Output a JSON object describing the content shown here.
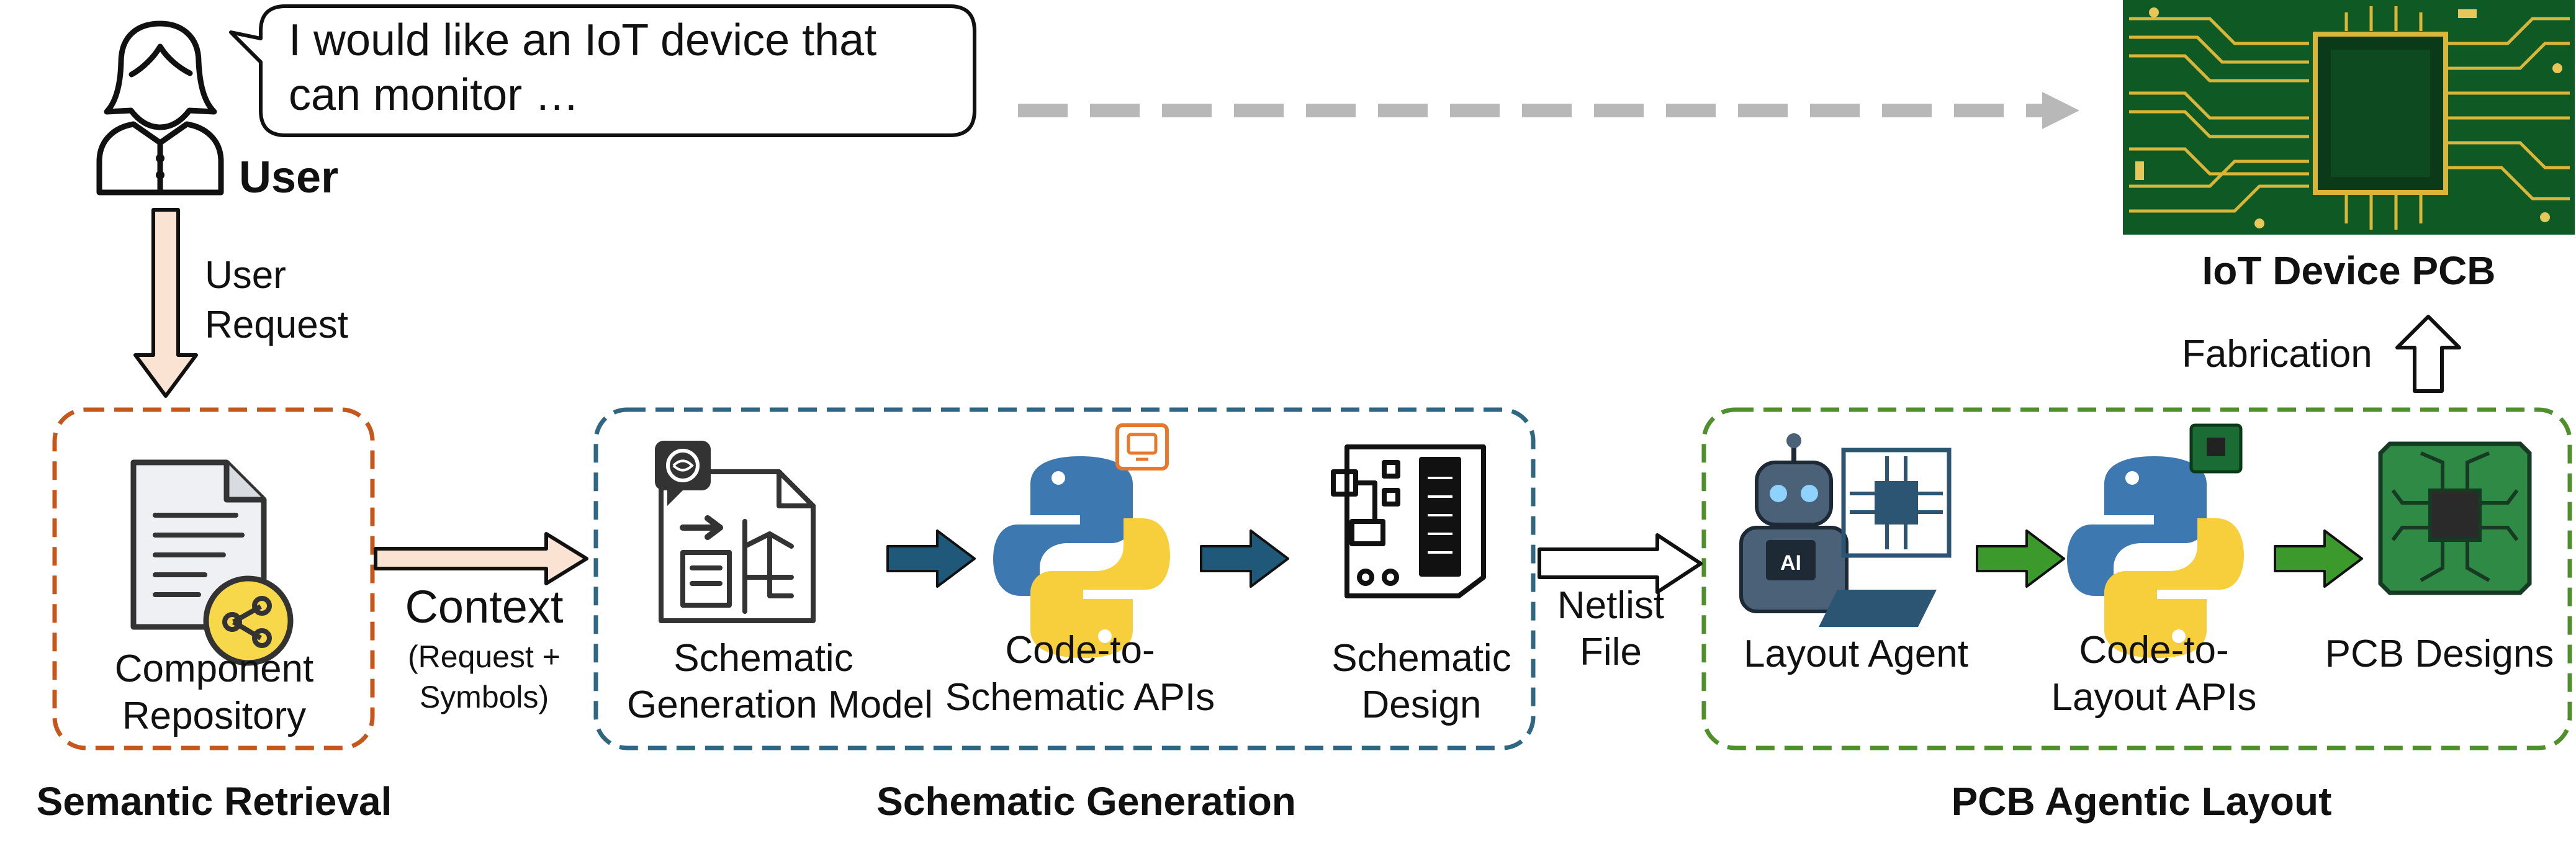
{
  "user": {
    "speech": "I would like an IoT device that can monitor …",
    "label": "User",
    "request_line1": "User",
    "request_line2": "Request"
  },
  "retrieval": {
    "component_line1": "Component",
    "component_line2": "Repository",
    "section_title": "Semantic Retrieval"
  },
  "context": {
    "label": "Context",
    "sub_line1": "(Request +",
    "sub_line2": "Symbols)"
  },
  "schematic": {
    "model_line1": "Schematic",
    "model_line2": "Generation Model",
    "apis_line1": "Code-to-",
    "apis_line2": "Schematic APIs",
    "design_line1": "Schematic",
    "design_line2": "Design",
    "section_title": "Schematic Generation"
  },
  "netlist": {
    "line1": "Netlist",
    "line2": "File"
  },
  "layout": {
    "agent_label": "Layout Agent",
    "apis_line1": "Code-to-",
    "apis_line2": "Layout APIs",
    "designs_label": "PCB Designs",
    "section_title": "PCB Agentic Layout"
  },
  "fabrication": {
    "label": "Fabrication"
  },
  "output": {
    "label": "IoT Device PCB"
  },
  "icon_chip": "AI",
  "colors": {
    "retrieval_border": "#c4581c",
    "schematic_border": "#2f6681",
    "layout_border": "#4f8f2c",
    "flow_arrow_fill": "#fbe3d4",
    "schematic_arrow": "#1f5878",
    "layout_arrow": "#3c9a2c",
    "dashed_arrow": "#b8b8b8",
    "pcb_green": "#0f5a24"
  }
}
